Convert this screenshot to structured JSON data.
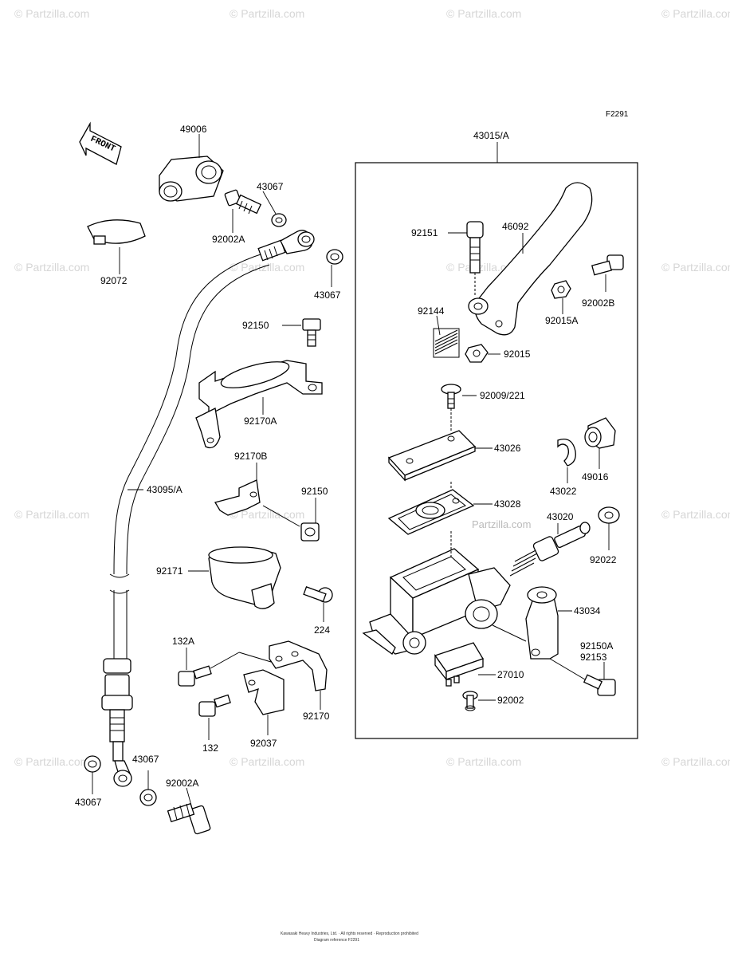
{
  "diagram": {
    "ref_code": "F2291",
    "front_label": "FRONT",
    "assembly_label": "43015/A",
    "parts": {
      "p49006": "49006",
      "p43067a": "43067",
      "p92002A_top": "92002A",
      "p92072": "92072",
      "p43067b": "43067",
      "p92150a": "92150",
      "p92170A": "92170A",
      "p92170B": "92170B",
      "p43095A": "43095/A",
      "p92150b": "92150",
      "p92171": "92171",
      "p224": "224",
      "p132A": "132A",
      "p132": "132",
      "p92037": "92037",
      "p92170": "92170",
      "p43067c": "43067",
      "p43067d": "43067",
      "p92002A_bot": "92002A",
      "p92151": "92151",
      "p46092": "46092",
      "p92144": "92144",
      "p92015A": "92015A",
      "p92002B": "92002B",
      "p92015": "92015",
      "p92009": "92009/221",
      "p43026": "43026",
      "p43028": "43028",
      "p43022": "43022",
      "p49016": "49016",
      "p43020": "43020",
      "p92022": "92022",
      "p43034": "43034",
      "p92150A": "92150A",
      "p92153": "92153",
      "p27010": "27010",
      "p92002": "92002"
    },
    "watermark": "© Partzilla.com",
    "watermark_center": "Partzilla.com",
    "copyright_line1": "Kawasaki Heavy Industries, Ltd. · All rights reserved · Reproduction prohibited",
    "copyright_line2": "Diagram reference F2291"
  }
}
